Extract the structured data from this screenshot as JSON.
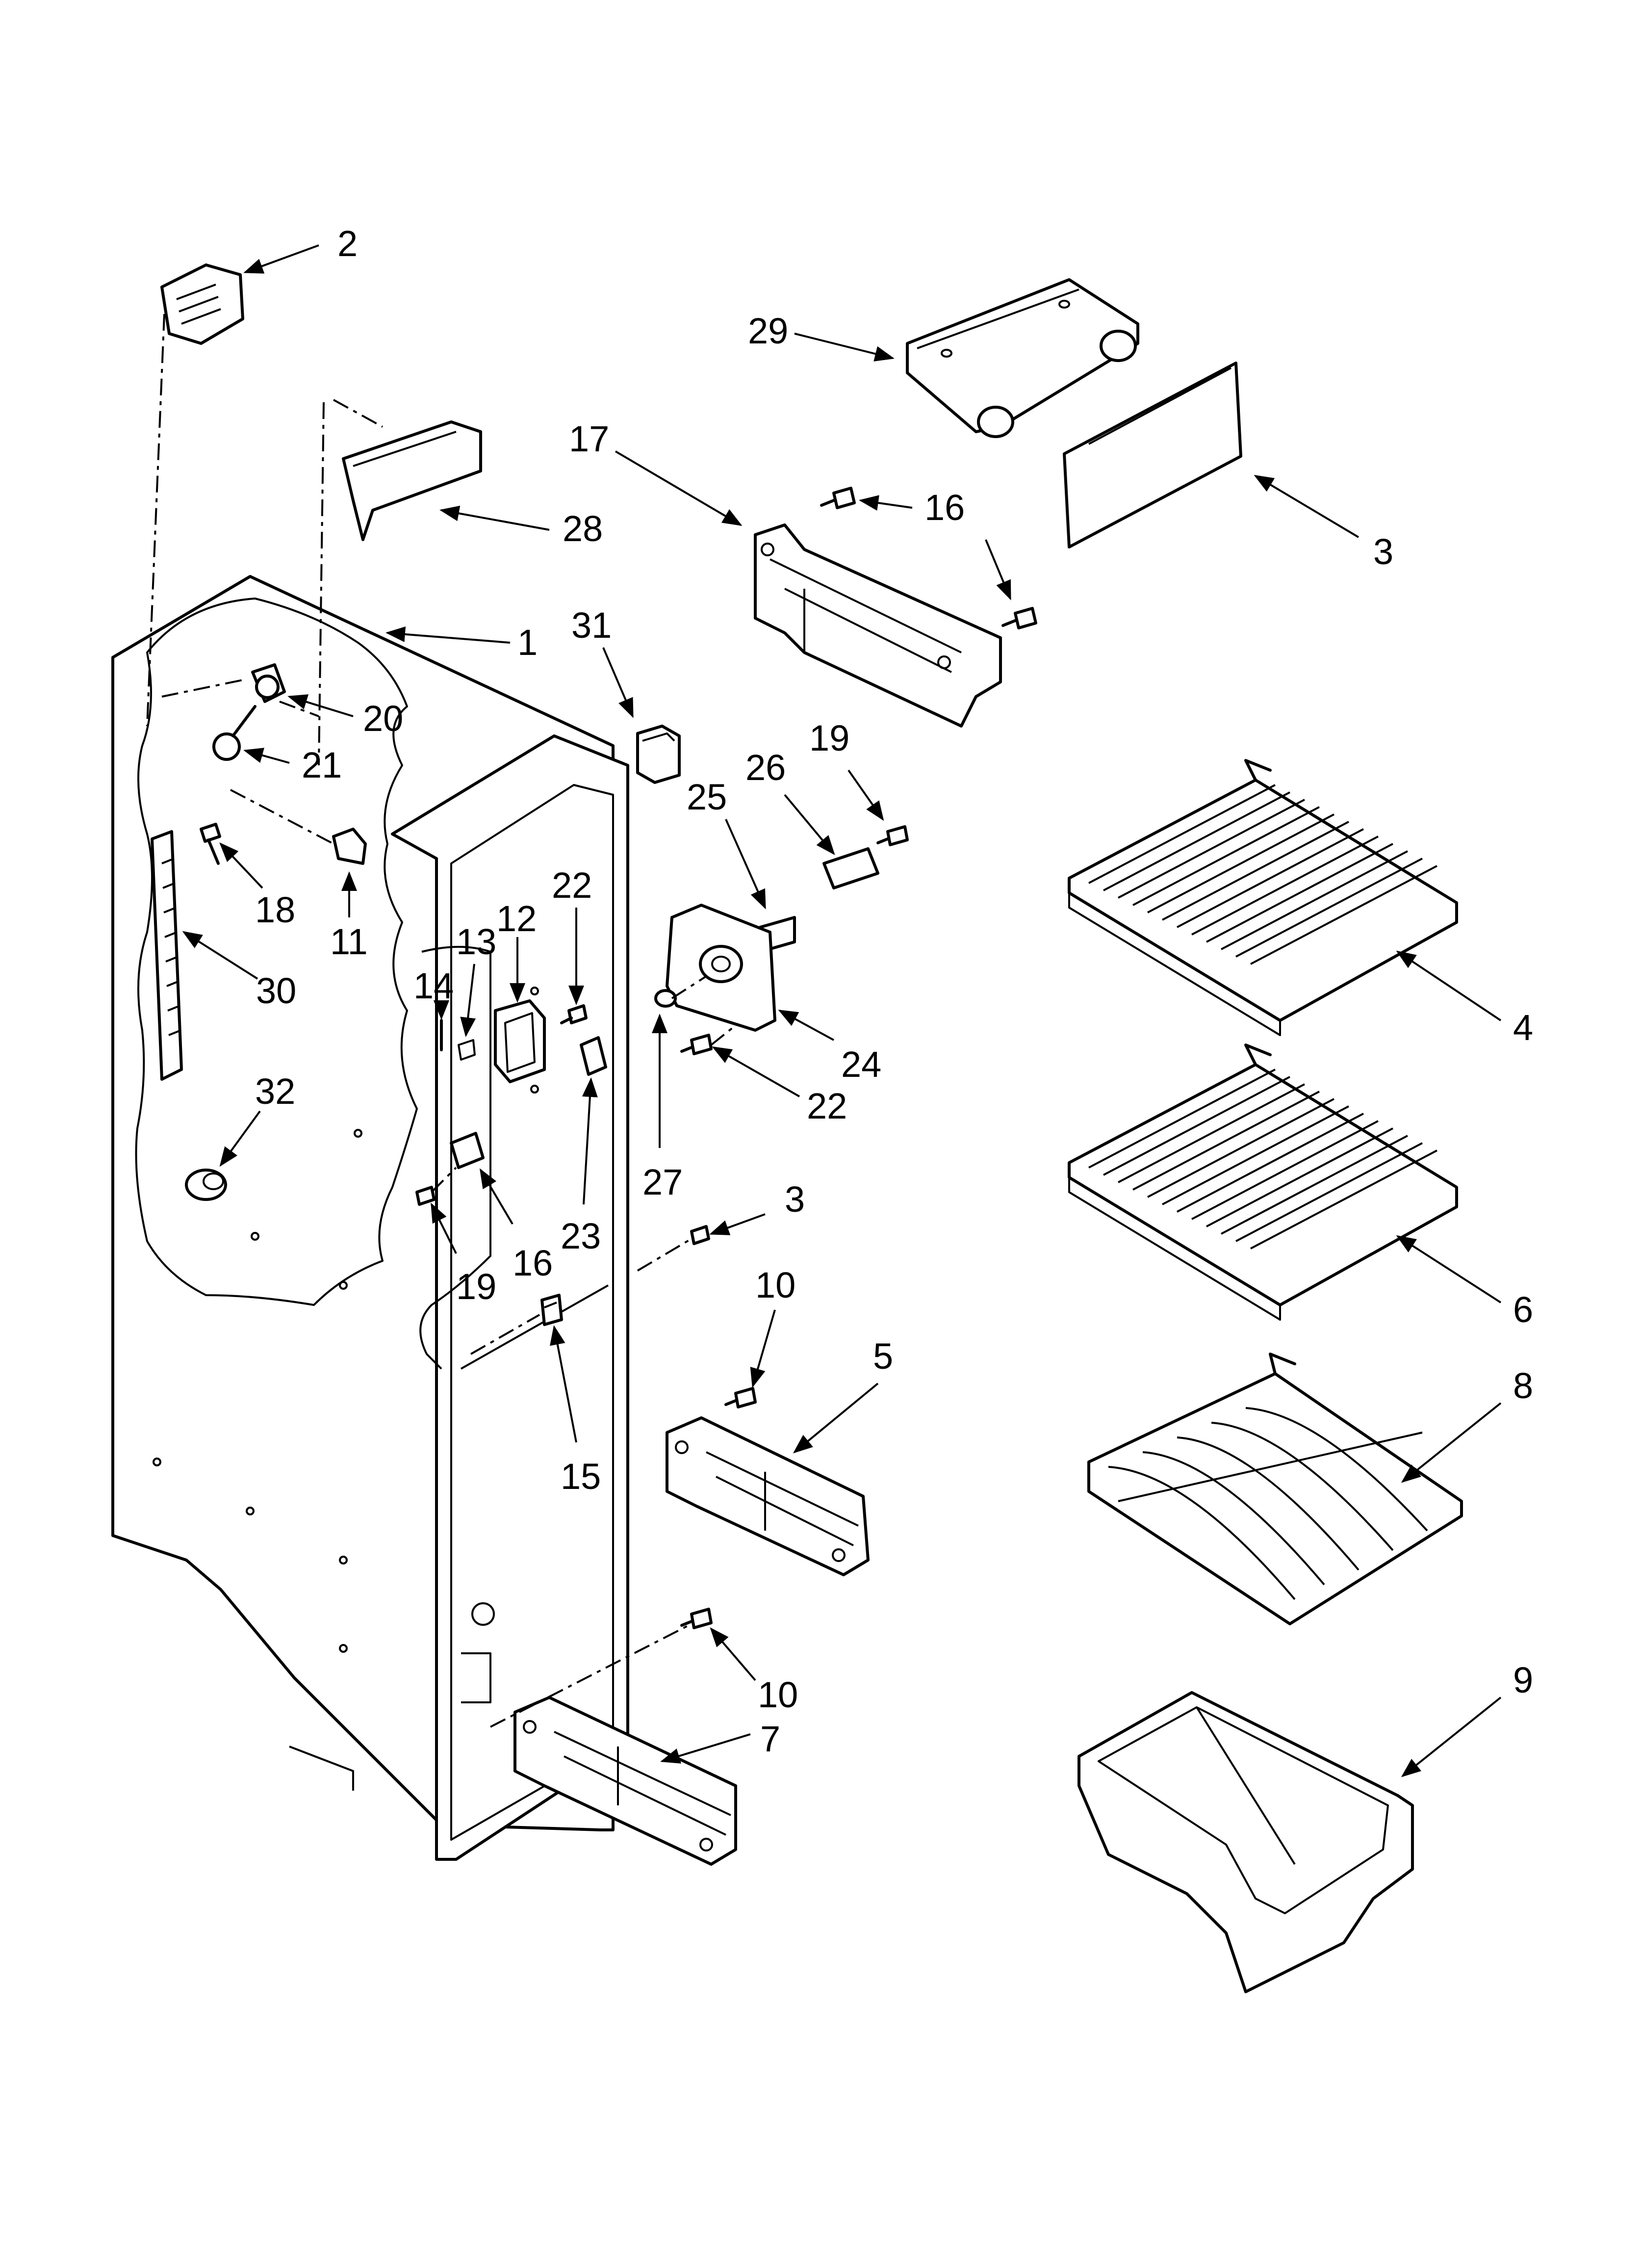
{
  "diagram": {
    "type": "exploded-parts-diagram",
    "callouts": [
      {
        "id": "c2a",
        "label": "2"
      },
      {
        "id": "c29",
        "label": "29"
      },
      {
        "id": "c28",
        "label": "28"
      },
      {
        "id": "c17",
        "label": "17"
      },
      {
        "id": "c16a",
        "label": "16"
      },
      {
        "id": "c3a",
        "label": "3"
      },
      {
        "id": "c1",
        "label": "1"
      },
      {
        "id": "c31",
        "label": "31"
      },
      {
        "id": "c20",
        "label": "20"
      },
      {
        "id": "c21",
        "label": "21"
      },
      {
        "id": "c19a",
        "label": "19"
      },
      {
        "id": "c26",
        "label": "26"
      },
      {
        "id": "c25",
        "label": "25"
      },
      {
        "id": "c18",
        "label": "18"
      },
      {
        "id": "c11",
        "label": "11"
      },
      {
        "id": "c22a",
        "label": "22"
      },
      {
        "id": "c12",
        "label": "12"
      },
      {
        "id": "c13",
        "label": "13"
      },
      {
        "id": "c14",
        "label": "14"
      },
      {
        "id": "c30",
        "label": "30"
      },
      {
        "id": "c4",
        "label": "4"
      },
      {
        "id": "c24",
        "label": "24"
      },
      {
        "id": "c22b",
        "label": "22"
      },
      {
        "id": "c32",
        "label": "32"
      },
      {
        "id": "c27",
        "label": "27"
      },
      {
        "id": "c3b",
        "label": "3"
      },
      {
        "id": "c23",
        "label": "23"
      },
      {
        "id": "c16b",
        "label": "16"
      },
      {
        "id": "c19b",
        "label": "19"
      },
      {
        "id": "c6",
        "label": "6"
      },
      {
        "id": "c10a",
        "label": "10"
      },
      {
        "id": "c5",
        "label": "5"
      },
      {
        "id": "c8",
        "label": "8"
      },
      {
        "id": "c15",
        "label": "15"
      },
      {
        "id": "c10b",
        "label": "10"
      },
      {
        "id": "c9",
        "label": "9"
      },
      {
        "id": "c7",
        "label": "7"
      }
    ]
  }
}
